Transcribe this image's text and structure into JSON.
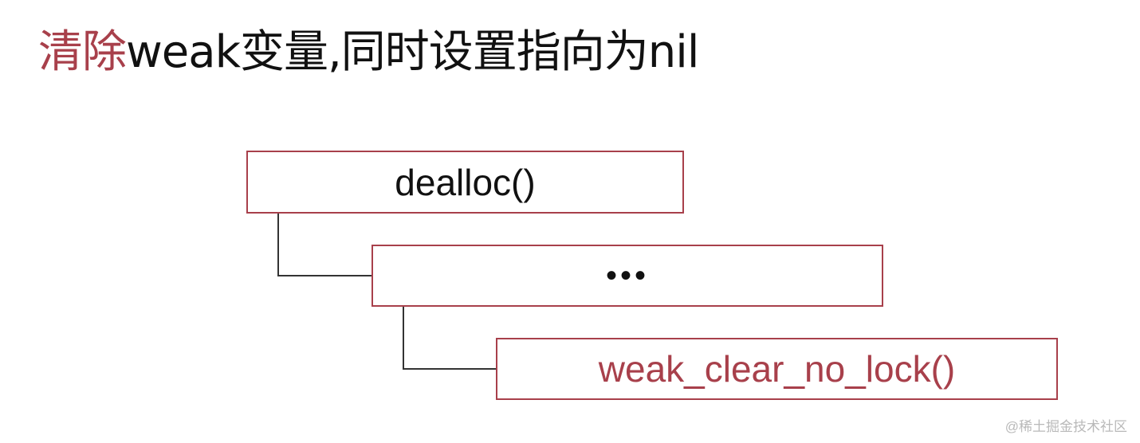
{
  "title": {
    "highlight": "清除",
    "rest": "weak变量,同时设置指向为nil"
  },
  "boxes": {
    "dealloc": "dealloc()",
    "ellipsis": "•••",
    "weak_clear": "weak_clear_no_lock()"
  },
  "watermark": "@稀土掘金技术社区",
  "colors": {
    "accent": "#a8404b",
    "text": "#111111",
    "connector": "#333333"
  }
}
